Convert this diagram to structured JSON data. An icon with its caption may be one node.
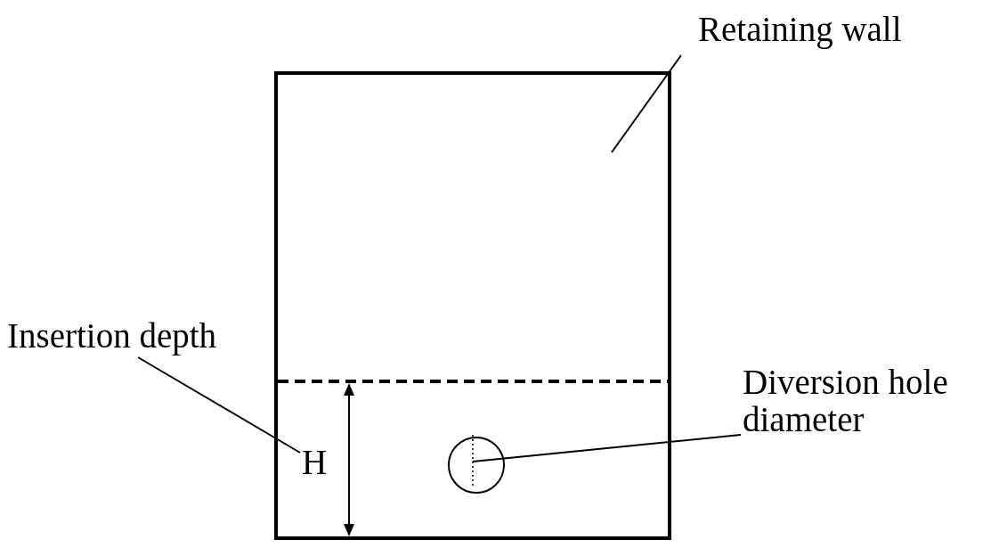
{
  "diagram": {
    "nodes": [
      {
        "text": [
          "Retaining wall"
        ]
      },
      {
        "text": [],
        "shape": "box"
      },
      {
        "text": [
          "Insertion depth"
        ]
      },
      {
        "text": [
          "H"
        ],
        "in": 1
      },
      {
        "text": [
          "Diversion hole diameter"
        ]
      },
      {
        "text": [],
        "shape": "circle",
        "in": 1
      }
    ],
    "edges": [
      {
        "from": 0,
        "to": 1,
        "arrow": "none"
      },
      {
        "from": 2,
        "to": 3,
        "arrow": "none"
      },
      {
        "from": 4,
        "to": 5,
        "arrow": "none"
      }
    ]
  }
}
